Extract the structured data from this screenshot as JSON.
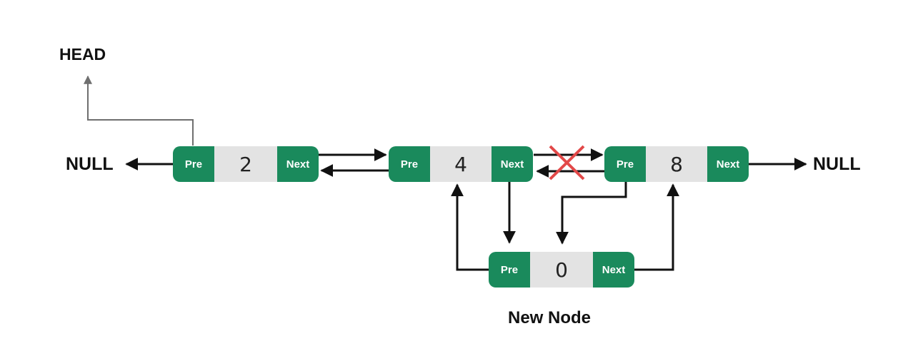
{
  "labels": {
    "head": "HEAD",
    "null_left": "NULL",
    "null_right": "NULL",
    "new_node": "New Node"
  },
  "nodes": [
    {
      "pre": "Pre",
      "value": "2",
      "next": "Next"
    },
    {
      "pre": "Pre",
      "value": "4",
      "next": "Next"
    },
    {
      "pre": "Pre",
      "value": "8",
      "next": "Next"
    },
    {
      "pre": "Pre",
      "value": "0",
      "next": "Next"
    }
  ],
  "colors": {
    "pointer_cell": "#1a8a5c",
    "value_cell": "#e3e3e3",
    "arrow": "#111111",
    "head_link": "#6f6f6f",
    "removed_link_mark": "#e24848"
  }
}
